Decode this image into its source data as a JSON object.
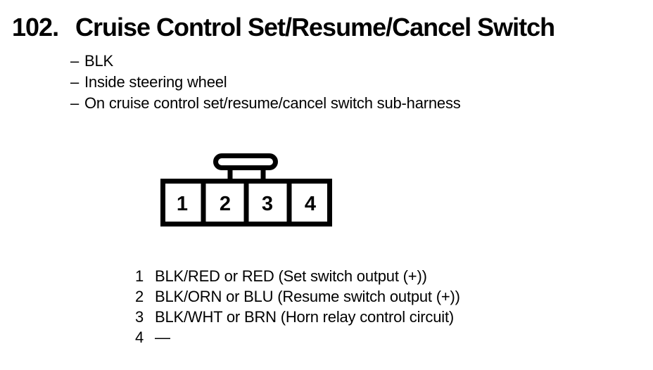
{
  "page": {
    "index_number": "102.",
    "title": "Cruise Control Set/Resume/Cancel Switch"
  },
  "notes": {
    "bullet": "–",
    "items": [
      "BLK",
      "Inside steering wheel",
      "On cruise control set/resume/cancel switch sub-harness"
    ]
  },
  "connector": {
    "cavities": [
      "1",
      "2",
      "3",
      "4"
    ]
  },
  "pinout": {
    "rows": [
      {
        "pin": "1",
        "description": "BLK/RED or RED (Set switch output (+))"
      },
      {
        "pin": "2",
        "description": "BLK/ORN or BLU (Resume switch output (+))"
      },
      {
        "pin": "3",
        "description": "BLK/WHT or BRN (Horn relay control circuit)"
      },
      {
        "pin": "4",
        "description": "—"
      }
    ]
  },
  "colors": {
    "ink": "#000000",
    "paper": "#ffffff"
  }
}
